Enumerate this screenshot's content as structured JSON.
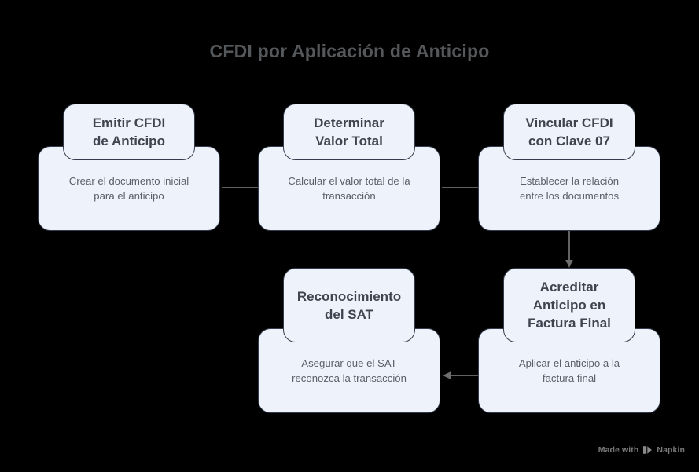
{
  "title": "CFDI por Aplicación de Anticipo",
  "theme": {
    "background": "#000000",
    "card_fill": "#eef2fb",
    "card_border": "#343b4b",
    "header_text": "#3f444f",
    "body_text": "#5a5f6a",
    "title_text": "#55585b",
    "arrow": "#6e6e6e",
    "watermark_text": "#7b7b7b"
  },
  "nodes": [
    {
      "id": "emitir-cfdi-de-anticipo",
      "header": "Emitir CFDI\nde Anticipo",
      "body": "Crear el documento inicial\npara el anticipo"
    },
    {
      "id": "determinar-valor-total",
      "header": "Determinar\nValor Total",
      "body": "Calcular el valor total de la\ntransacción"
    },
    {
      "id": "vincular-cfdi-con-clave-07",
      "header": "Vincular CFDI\ncon Clave 07",
      "body": "Establecer la relación\nentre los documentos"
    },
    {
      "id": "acreditar-anticipo-en-factura-final",
      "header": "Acreditar\nAnticipo en\nFactura Final",
      "body": "Aplicar el anticipo a la\nfactura final"
    },
    {
      "id": "reconocimiento-del-sat",
      "header": "Reconocimiento\ndel SAT",
      "body": "Asegurar que el SAT\nreconozca la transacción"
    }
  ],
  "connectors": [
    {
      "id": "arrow-1-to-2",
      "direction": "right"
    },
    {
      "id": "arrow-2-to-3",
      "direction": "right"
    },
    {
      "id": "arrow-3-to-4",
      "direction": "down"
    },
    {
      "id": "arrow-4-to-5",
      "direction": "left"
    }
  ],
  "watermark": {
    "text": "Made with",
    "brand": "Napkin",
    "logo": "napkin-play-icon"
  }
}
